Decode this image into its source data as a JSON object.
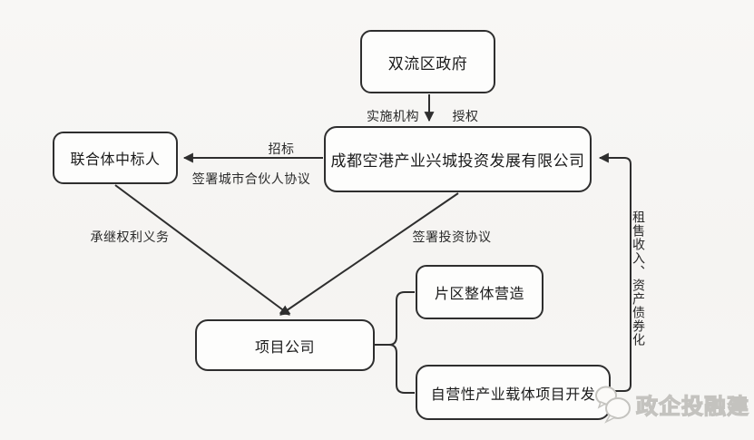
{
  "colors": {
    "background": "#f6f5f3",
    "line": "#2e2e2e",
    "box_fill": "#fdfdfc",
    "watermark": "#c4c3bf"
  },
  "nodes": {
    "government": {
      "label": "双流区政府"
    },
    "company": {
      "label": "成都空港产业兴城投资发展有限公司"
    },
    "bidder": {
      "label": "联合体中标人"
    },
    "project": {
      "label": "项目公司"
    },
    "area": {
      "label": "片区整体营造"
    },
    "selfop": {
      "label": "自营性产业载体项目开发"
    }
  },
  "edges": {
    "implement_label": "实施机构",
    "authorize_label": "授权",
    "bidding_label": "招标",
    "partner_agreement_label": "签署城市合伙人协议",
    "inherit_rights_label": "承继权利义务",
    "investment_agreement_label": "签署投资协议",
    "revenue_label": "租售收入、资产债券化"
  },
  "watermark": {
    "text": "政企投融建"
  }
}
